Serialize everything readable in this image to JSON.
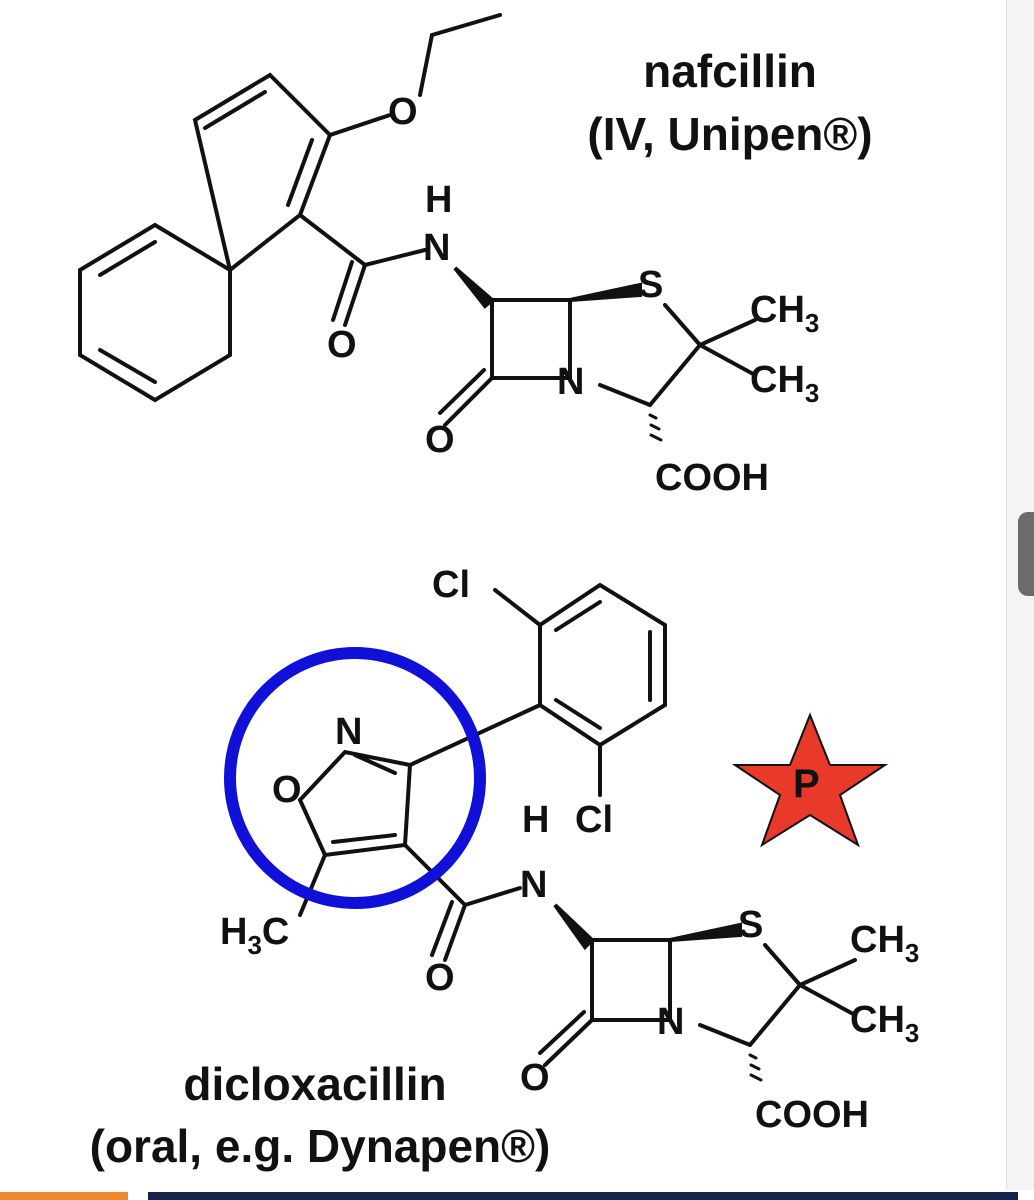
{
  "molecules": [
    {
      "name": "nafcillin",
      "subtitle": "(IV, Unipen®)",
      "atoms": {
        "o_ether": "O",
        "h": "H",
        "n_amide": "N",
        "o_carbonyl": "O",
        "s": "S",
        "n_ring": "N",
        "o_lactam": "O",
        "ch3_1": "CH",
        "ch3_2": "CH",
        "sub3": "3",
        "cooh": "COOH"
      }
    },
    {
      "name": "dicloxacillin",
      "subtitle": "(oral, e.g. Dynapen®)",
      "atoms": {
        "cl_top": "Cl",
        "cl_bottom": "Cl",
        "h": "H",
        "n_isox": "N",
        "o_isox": "O",
        "h3c": "H",
        "c": "C",
        "n_amide": "N",
        "o_carbonyl": "O",
        "s": "S",
        "n_ring": "N",
        "o_lactam": "O",
        "ch3_1": "CH",
        "ch3_2": "CH",
        "sub3": "3",
        "cooh": "COOH"
      }
    }
  ],
  "annotations": {
    "highlight_circle_color": "#1010d8",
    "star_label": "P",
    "star_color": "#e8392b"
  },
  "colors": {
    "bond": "#111111",
    "footer_orange": "#ef8a2e",
    "footer_navy": "#16224a",
    "scrollbar_thumb": "#6b6b6b"
  }
}
